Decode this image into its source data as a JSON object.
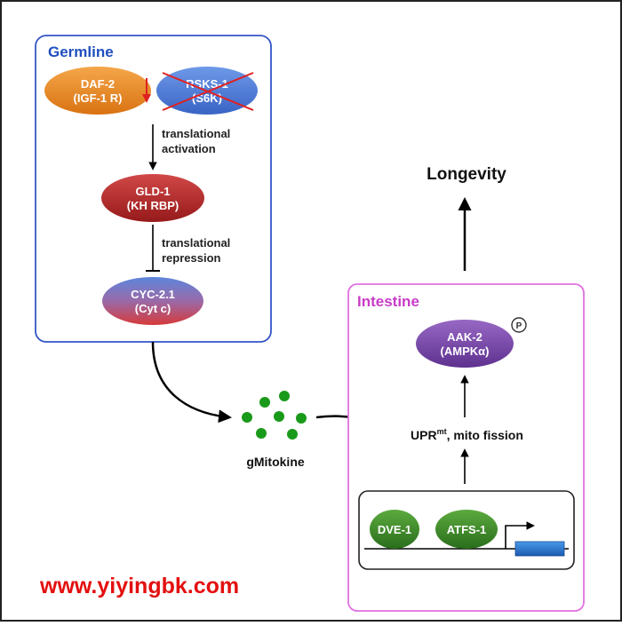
{
  "germline": {
    "title": "Germline",
    "daf2": {
      "line1": "DAF-2",
      "line2": "(IGF-1 R)"
    },
    "rsks1": {
      "line1": "RSKS-1",
      "line2": "(S6K)"
    },
    "step1": {
      "line1": "translational",
      "line2": "activation"
    },
    "gld1": {
      "line1": "GLD-1",
      "line2": "(KH RBP)"
    },
    "step2": {
      "line1": "translational",
      "line2": "repression"
    },
    "cyc21": {
      "line1": "CYC-2.1",
      "line2": "(Cyt c)"
    }
  },
  "mitokine": {
    "label": "gMitokine"
  },
  "intestine": {
    "title": "Intestine",
    "aak2": {
      "line1": "AAK-2",
      "line2": "(AMPKα)"
    },
    "phospho": "P",
    "upr": {
      "prefix": "UPR",
      "superscript": "mt",
      "suffix": ", mito fission"
    },
    "dve1": "DVE-1",
    "atfs1": "ATFS-1"
  },
  "longevity": "Longevity",
  "watermark": "www.yiyingbk.com",
  "colors": {
    "germline_border": "#3355c8",
    "germline_title": "#1f4fbf",
    "intestine_border": "#e070e0",
    "intestine_title": "#c83cc8",
    "orange": "#e8891e",
    "blue": "#4a7ad8",
    "red": "#b82a2a",
    "purple": "#7a4aa8",
    "green": "#3a8a2a",
    "dot_green": "#1a9a1a",
    "gene_blue": "#2a7ad0",
    "watermark_red": "#e31010"
  }
}
